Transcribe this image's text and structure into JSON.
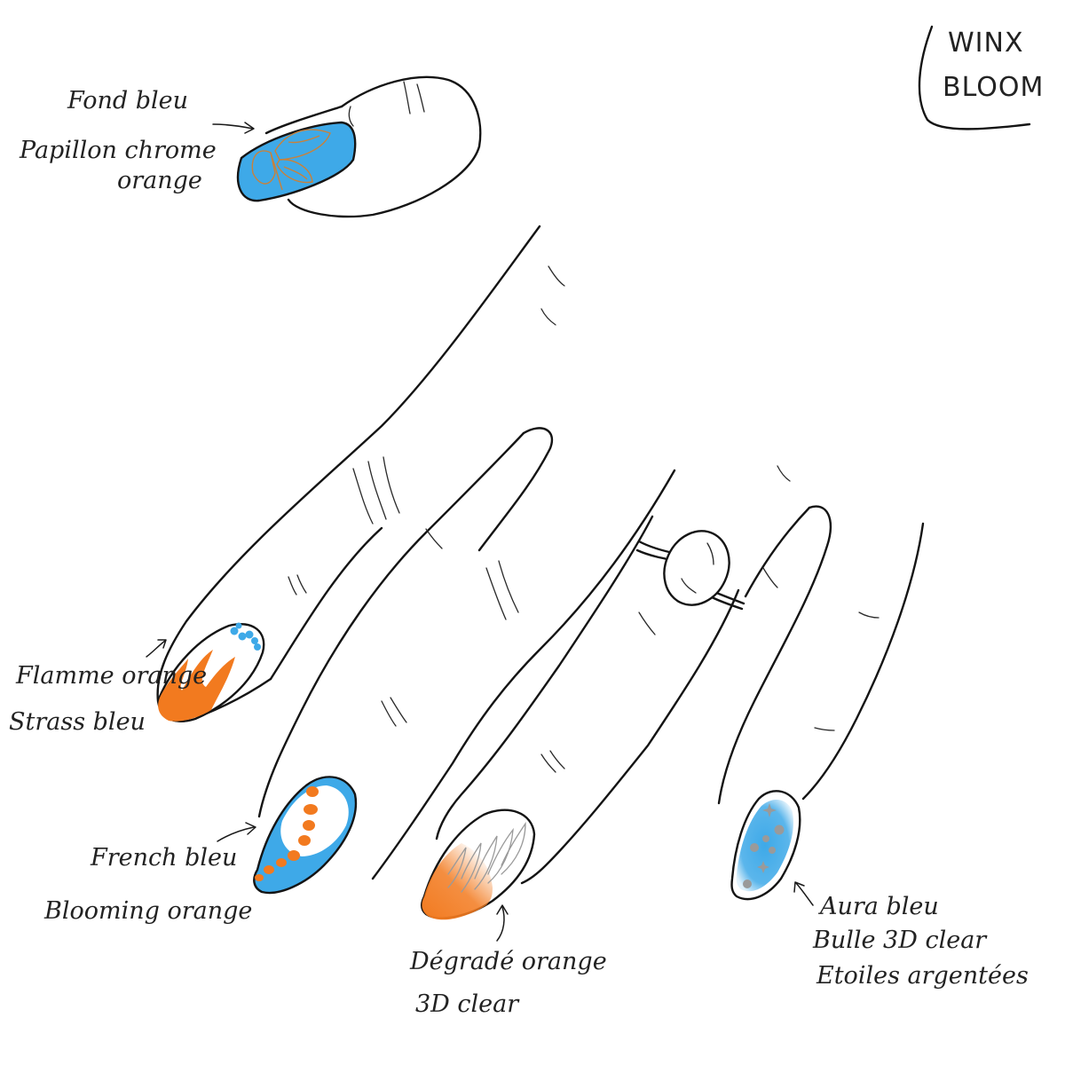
{
  "signature": {
    "line1": "WINX",
    "line2": "BLOOM"
  },
  "annotations": {
    "thumb": {
      "line1": "Fond bleu",
      "line2": "Papillon chrome",
      "line3": "orange"
    },
    "index": {
      "line1": "Flamme orange",
      "line2": "Strass bleu"
    },
    "middle": {
      "line1": "French bleu",
      "line2": "Blooming orange"
    },
    "ring": {
      "line1": "Dégradé orange",
      "line2": "3D clear"
    },
    "pinky": {
      "line1": "Aura bleu",
      "line2": "Bulle 3D clear",
      "line3": "Etoiles argentées"
    }
  },
  "colors": {
    "blue": "#3ea9e8",
    "orange": "#f27a1f",
    "outline": "#141414",
    "silver": "#9a9a9a",
    "background": "#ffffff"
  }
}
